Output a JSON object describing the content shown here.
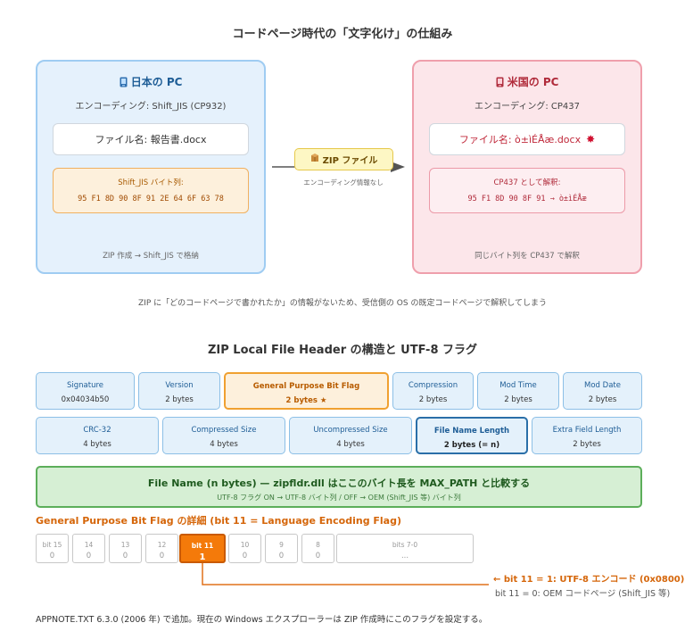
{
  "section1": {
    "title": "コードページ時代の「文字化け」の仕組み",
    "pc_jp": {
      "title": "日本の PC",
      "icon": "computer-icon",
      "encoding": "エンコーディング: Shift_JIS (CP932)",
      "filename": "ファイル名: 報告書.docx",
      "bytes_label": "Shift_JIS バイト列:",
      "bytes": "95 F1 8D 90 8F 91 2E 64 6F 63 78",
      "footer": "ZIP 作成 → Shift_JIS で格納"
    },
    "arrow": {
      "label": "ZIP ファイル",
      "icon": "package-icon",
      "note": "エンコーディング情報なし"
    },
    "pc_us": {
      "title": "米国の PC",
      "icon": "computer-icon",
      "encoding": "エンコーディング: CP437",
      "filename": "ファイル名: ò±ìÉÅæ.docx",
      "error_mark": "✸",
      "bytes_label": "CP437 として解釈:",
      "bytes": "95 F1 8D 90 8F 91 → ò±ìÉÅæ",
      "footer": "同じバイト列を CP437 で解釈"
    },
    "caption": "ZIP に「どのコードページで書かれたか」の情報がないため、受信側の OS の既定コードページで解釈してしまう"
  },
  "section2": {
    "title": "ZIP Local File Header の構造と UTF-8 フラグ",
    "row1": [
      {
        "name": "Signature",
        "size": "0x04034b50"
      },
      {
        "name": "Version",
        "size": "2 bytes"
      },
      {
        "name": "General Purpose Bit Flag",
        "size": "2 bytes ★"
      },
      {
        "name": "Compression",
        "size": "2 bytes"
      },
      {
        "name": "Mod Time",
        "size": "2 bytes"
      },
      {
        "name": "Mod Date",
        "size": "2 bytes"
      }
    ],
    "row2": [
      {
        "name": "CRC-32",
        "size": "4 bytes"
      },
      {
        "name": "Compressed Size",
        "size": "4 bytes"
      },
      {
        "name": "Uncompressed Size",
        "size": "4 bytes"
      },
      {
        "name": "File Name Length",
        "size": "2 bytes (= n)"
      },
      {
        "name": "Extra Field Length",
        "size": "2 bytes"
      }
    ],
    "filename": {
      "title": "File Name (n bytes) — zipfldr.dll はここのバイト長を MAX_PATH と比較する",
      "sub": "UTF-8 フラグ ON → UTF-8 バイト列 / OFF → OEM (Shift_JIS 等) バイト列"
    },
    "bits": {
      "title": "General Purpose Bit Flag の詳細 (bit 11 = Language Encoding Flag)",
      "cells": [
        {
          "name": "bit 15",
          "value": "0"
        },
        {
          "name": "14",
          "value": "0"
        },
        {
          "name": "13",
          "value": "0"
        },
        {
          "name": "12",
          "value": "0"
        },
        {
          "name": "bit 11",
          "value": "1"
        },
        {
          "name": "10",
          "value": "0"
        },
        {
          "name": "9",
          "value": "0"
        },
        {
          "name": "8",
          "value": "0"
        },
        {
          "name": "bits 7-0",
          "value": "..."
        }
      ],
      "on_text": "← bit 11 = 1: UTF-8 エンコード (0x0800)",
      "off_text": "bit 11 = 0: OEM コードページ (Shift_JIS 等)"
    },
    "footnote": "APPNOTE.TXT 6.3.0 (2006 年) で追加。現在の Windows エクスプローラーは ZIP 作成時にこのフラグを設定する。"
  },
  "colors": {
    "jp_panel": "#e5f1fc",
    "us_panel": "#fce6ea",
    "highlight": "#f47a0a",
    "filename_green": "#d6efd4"
  }
}
